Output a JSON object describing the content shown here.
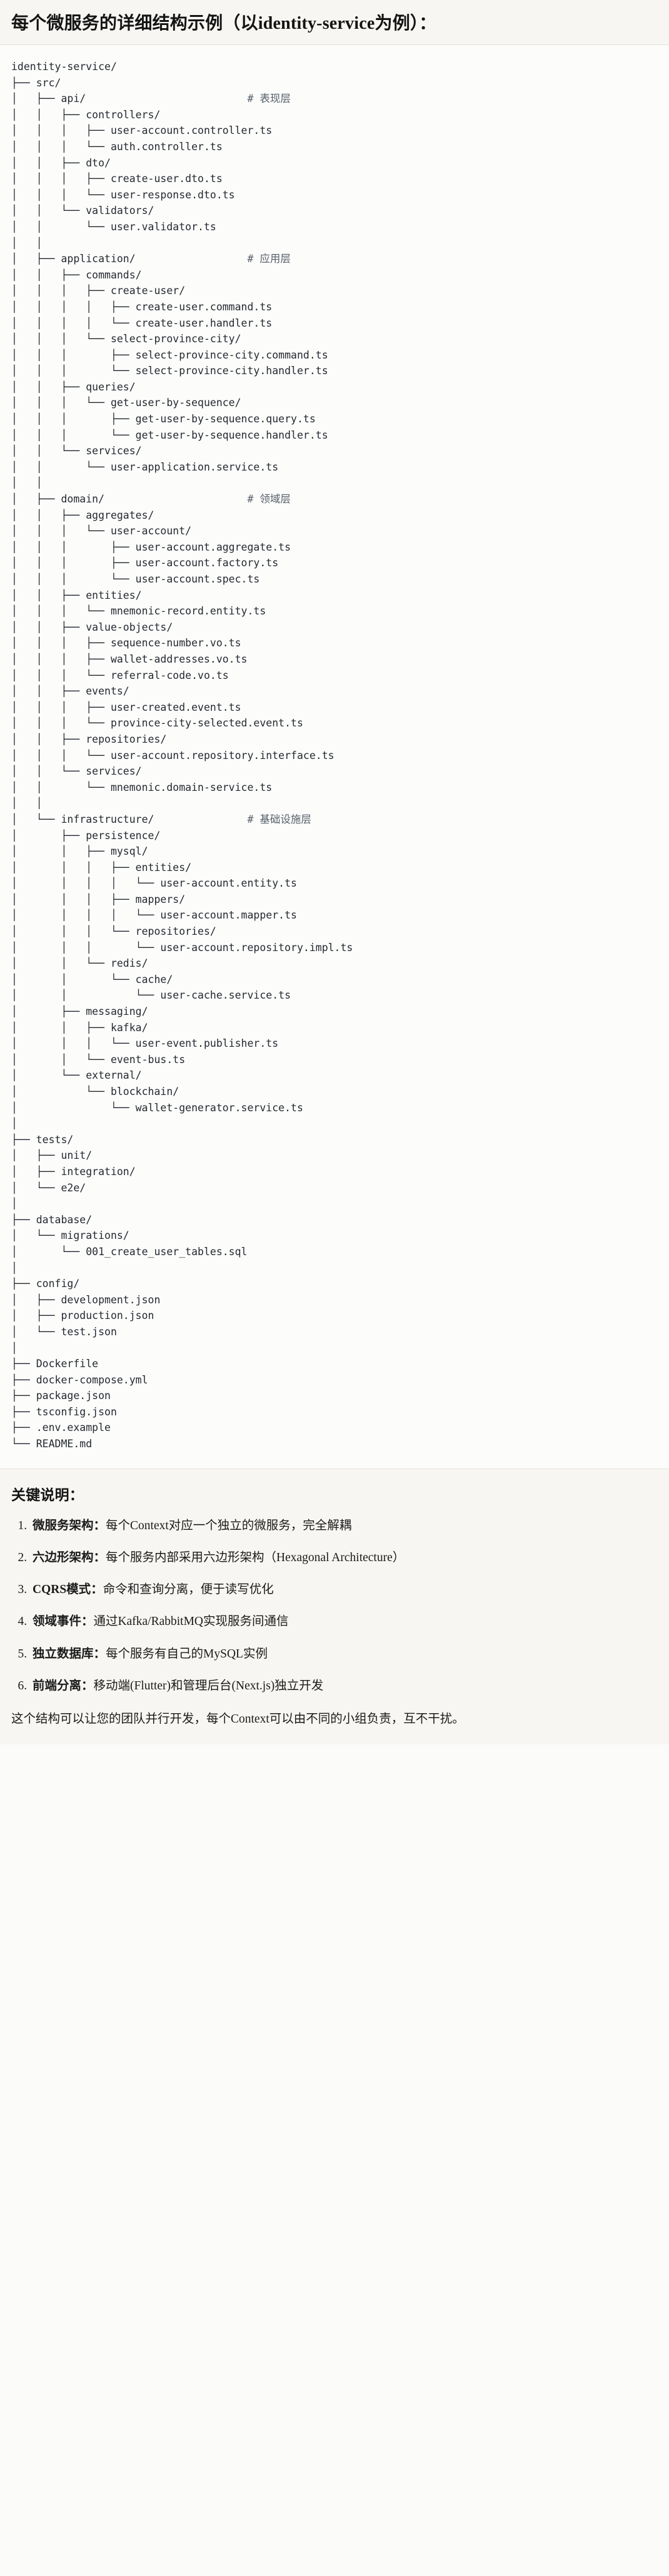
{
  "document": {
    "title": "每个微服务的详细结构示例（以identity-service为例）：",
    "tree_root": "identity-service/",
    "tree_text": "identity-service/\n├── src/\n│   ├── api/                          # 表现层\n│   │   ├── controllers/\n│   │   │   ├── user-account.controller.ts\n│   │   │   └── auth.controller.ts\n│   │   ├── dto/\n│   │   │   ├── create-user.dto.ts\n│   │   │   └── user-response.dto.ts\n│   │   └── validators/\n│   │       └── user.validator.ts\n│   │\n│   ├── application/                  # 应用层\n│   │   ├── commands/\n│   │   │   ├── create-user/\n│   │   │   │   ├── create-user.command.ts\n│   │   │   │   └── create-user.handler.ts\n│   │   │   └── select-province-city/\n│   │   │       ├── select-province-city.command.ts\n│   │   │       └── select-province-city.handler.ts\n│   │   ├── queries/\n│   │   │   └── get-user-by-sequence/\n│   │   │       ├── get-user-by-sequence.query.ts\n│   │   │       └── get-user-by-sequence.handler.ts\n│   │   └── services/\n│   │       └── user-application.service.ts\n│   │\n│   ├── domain/                       # 领域层\n│   │   ├── aggregates/\n│   │   │   └── user-account/\n│   │   │       ├── user-account.aggregate.ts\n│   │   │       ├── user-account.factory.ts\n│   │   │       └── user-account.spec.ts\n│   │   ├── entities/\n│   │   │   └── mnemonic-record.entity.ts\n│   │   ├── value-objects/\n│   │   │   ├── sequence-number.vo.ts\n│   │   │   ├── wallet-addresses.vo.ts\n│   │   │   └── referral-code.vo.ts\n│   │   ├── events/\n│   │   │   ├── user-created.event.ts\n│   │   │   └── province-city-selected.event.ts\n│   │   ├── repositories/\n│   │   │   └── user-account.repository.interface.ts\n│   │   └── services/\n│   │       └── mnemonic.domain-service.ts\n│   │\n│   └── infrastructure/               # 基础设施层\n│       ├── persistence/\n│       │   ├── mysql/\n│       │   │   ├── entities/\n│       │   │   │   └── user-account.entity.ts\n│       │   │   ├── mappers/\n│       │   │   │   └── user-account.mapper.ts\n│       │   │   └── repositories/\n│       │   │       └── user-account.repository.impl.ts\n│       │   └── redis/\n│       │       └── cache/\n│       │           └── user-cache.service.ts\n│       ├── messaging/\n│       │   ├── kafka/\n│       │   │   └── user-event.publisher.ts\n│       │   └── event-bus.ts\n│       └── external/\n│           └── blockchain/\n│               └── wallet-generator.service.ts\n│\n├── tests/\n│   ├── unit/\n│   ├── integration/\n│   └── e2e/\n│\n├── database/\n│   └── migrations/\n│       └── 001_create_user_tables.sql\n│\n├── config/\n│   ├── development.json\n│   ├── production.json\n│   └── test.json\n│\n├── Dockerfile\n├── docker-compose.yml\n├── package.json\n├── tsconfig.json\n├── .env.example\n└── README.md",
    "layer_comments": [
      {
        "path": "api/",
        "comment": "# 表现层"
      },
      {
        "path": "application/",
        "comment": "# 应用层"
      },
      {
        "path": "domain/",
        "comment": "# 领域层"
      },
      {
        "path": "infrastructure/",
        "comment": "# 基础设施层"
      }
    ]
  },
  "notes": {
    "heading": "关键说明：",
    "items": [
      {
        "term": "微服务架构",
        "sep": "：",
        "desc": "每个Context对应一个独立的微服务，完全解耦"
      },
      {
        "term": "六边形架构",
        "sep": "：",
        "desc": "每个服务内部采用六边形架构（Hexagonal Architecture）"
      },
      {
        "term": "CQRS模式",
        "sep": "：",
        "desc": "命令和查询分离，便于读写优化"
      },
      {
        "term": "领域事件",
        "sep": "：",
        "desc": "通过Kafka/RabbitMQ实现服务间通信"
      },
      {
        "term": "独立数据库",
        "sep": "：",
        "desc": "每个服务有自己的MySQL实例"
      },
      {
        "term": "前端分离",
        "sep": "：",
        "desc": "移动端(Flutter)和管理后台(Next.js)独立开发"
      }
    ],
    "closing": "这个结构可以让您的团队并行开发，每个Context可以由不同的小组负责，互不干扰。"
  },
  "colors": {
    "page_background": "#fbfbfa",
    "band_background": "#f7f6f2",
    "code_background": "#fcfcfb",
    "text": "#1b1b1b",
    "code_text": "#24292f",
    "comment_text": "#57606a",
    "divider": "#e3e1dc"
  }
}
